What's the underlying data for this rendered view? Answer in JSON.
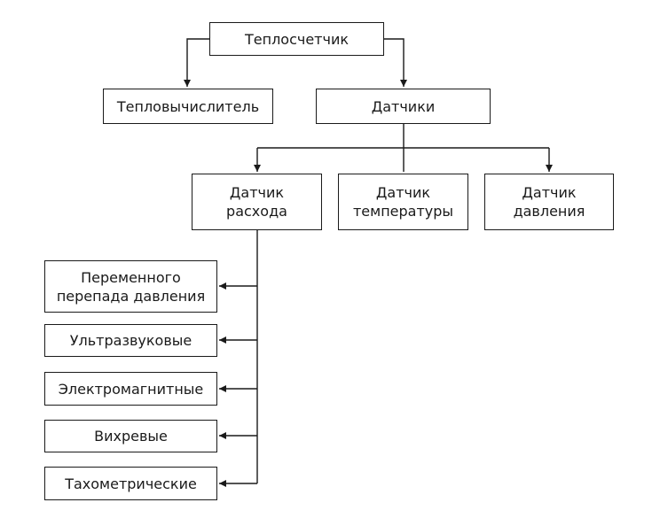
{
  "diagram": {
    "root": {
      "label": "Теплосчетчик"
    },
    "calculator": {
      "label": "Тепловычислитель"
    },
    "sensors": {
      "label": "Датчики"
    },
    "flow_sensor": {
      "label": "Датчик\nрасхода"
    },
    "temperature_sensor": {
      "label": "Датчик\nтемпературы"
    },
    "pressure_sensor": {
      "label": "Датчик\nдавления"
    },
    "flow_types": [
      {
        "label": "Переменного\nперепада давления"
      },
      {
        "label": "Ультразвуковые"
      },
      {
        "label": "Электромагнитные"
      },
      {
        "label": "Вихревые"
      },
      {
        "label": "Тахометрические"
      }
    ]
  },
  "colors": {
    "stroke": "#1a1a1a",
    "text": "#1a1a1a",
    "background": "#ffffff"
  }
}
